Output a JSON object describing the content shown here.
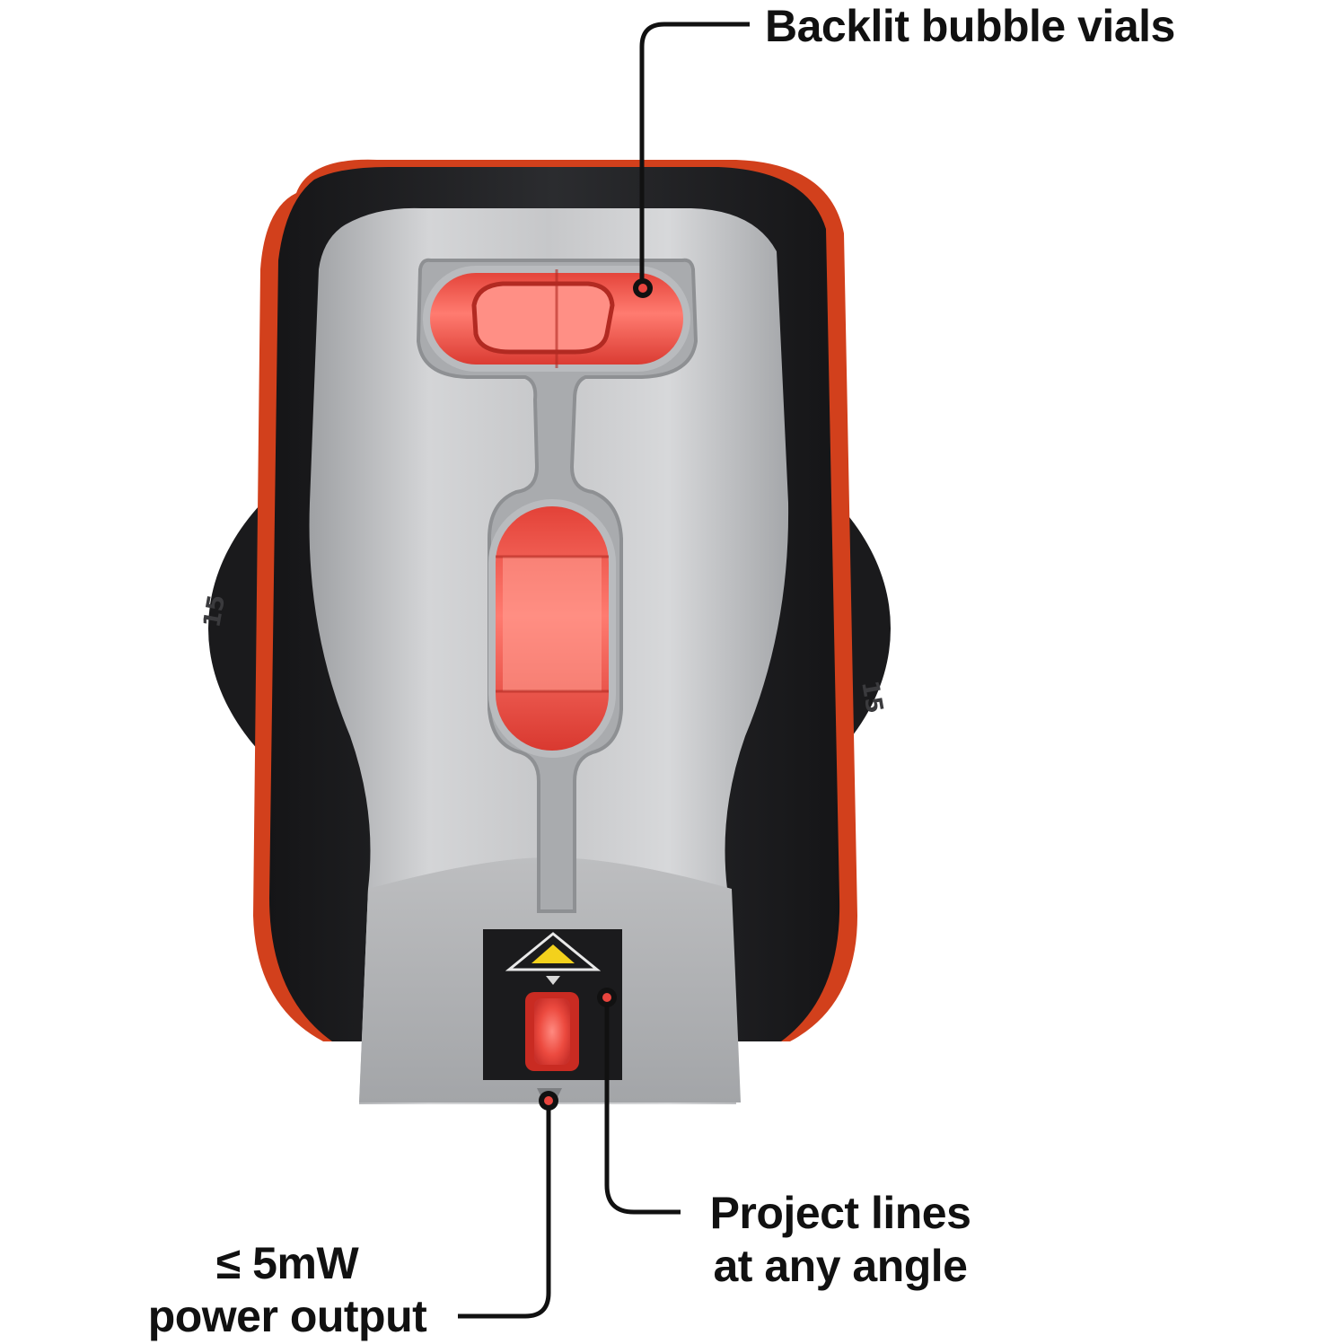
{
  "image": {
    "subject": "laser-level-device-front",
    "colors": {
      "background": "#ffffff",
      "body_black": "#1c1c1e",
      "body_orange": "#d2401c",
      "face_silver": "#bfc0c2",
      "vial_red": "#e8453e",
      "leader_line": "#111111",
      "callout_dot": "#d52b1e"
    }
  },
  "callouts": {
    "backlit_vials": "Backlit bubble vials",
    "project_lines": {
      "line1": "Project lines",
      "line2": "at any angle"
    },
    "power_output": {
      "line1": "≤ 5mW",
      "line2": "power output"
    }
  },
  "device_markings": {
    "dial_left": "15",
    "dial_right": "15"
  },
  "icons": [
    "laser-warning-icon"
  ]
}
